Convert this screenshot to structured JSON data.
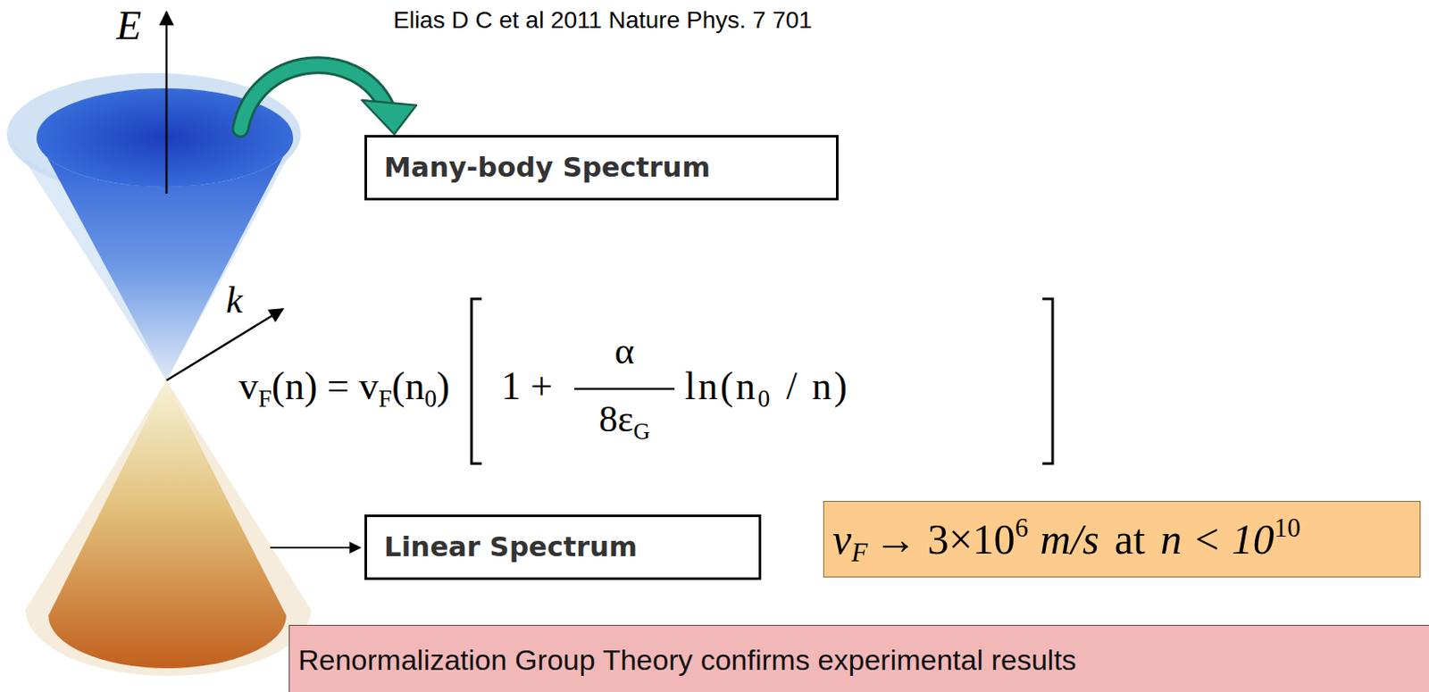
{
  "diagram": {
    "nodes": [
      {
        "text": [
          "Many-body Spectrum"
        ]
      },
      {
        "text": [
          "Linear Spectrum"
        ]
      },
      {
        "text": [
          "v",
          "F",
          "→ 3×10",
          "6",
          "m/s",
          "at",
          "n < 10",
          "10"
        ]
      },
      {
        "text": [
          "Renormalization Group Theory confirms experimental results"
        ]
      }
    ],
    "labels": [
      "Elias D C et al 2011 Nature Phys. 7 701",
      "E",
      "k",
      "v",
      "F",
      "(n) = v",
      "F",
      "(n",
      "0",
      ")",
      "1 +",
      "α",
      "8ε",
      "G",
      "ln(n",
      "0",
      "/ n)"
    ]
  }
}
